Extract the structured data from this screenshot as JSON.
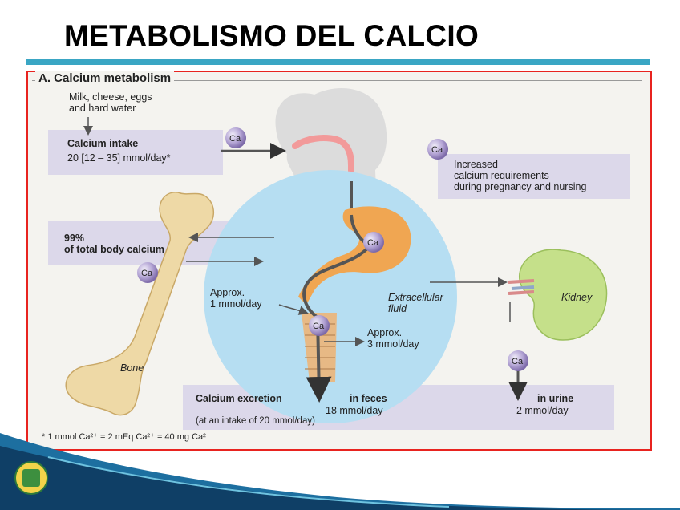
{
  "slide": {
    "title": "METABOLISMO DEL CALCIO"
  },
  "diagram": {
    "panel_title": "A. Calcium metabolism",
    "sources": [
      "Milk, cheese, eggs",
      "and hard water"
    ],
    "intake": {
      "title": "Calcium intake",
      "value": "20 [12 – 35] mmol/day*"
    },
    "requirements": [
      "Increased",
      "calcium requirements",
      "during pregnancy and nursing"
    ],
    "bone_store": [
      "99%",
      "of total body calcium"
    ],
    "bone_label": "Bone",
    "ecf_label": [
      "Extracellular",
      "fluid"
    ],
    "kidney_label": "Kidney",
    "secretion": [
      "Approx.",
      "1 mmol/day"
    ],
    "absorption": [
      "Approx.",
      "3 mmol/day"
    ],
    "ion_label": "Ca",
    "excretion": {
      "title": "Calcium excretion",
      "feces_label": "in feces",
      "feces_value": "18 mmol/day",
      "urine_label": "in urine",
      "urine_value": "2 mmol/day",
      "note": "(at an intake of 20 mmol/day)"
    },
    "footnote": "* 1 mmol Ca²⁺ = 2 mEq Ca²⁺ = 40 mg Ca²⁺"
  }
}
